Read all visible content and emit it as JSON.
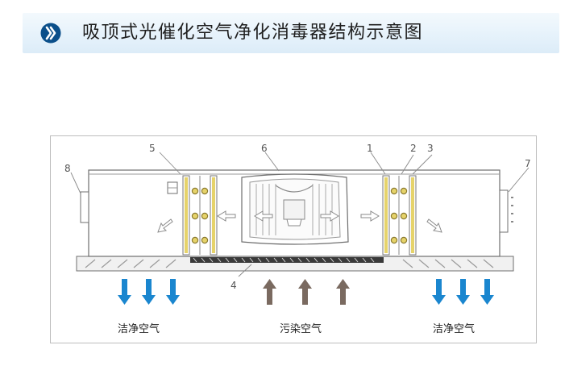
{
  "banner": {
    "title": "吸顶式光催化空气净化消毒器结构示意图",
    "icon": "chevron-right-circle-icon",
    "accent": "#0b4f8a"
  },
  "diagram": {
    "part_labels": [
      "1",
      "2",
      "3",
      "4",
      "5",
      "6",
      "7",
      "8"
    ],
    "airflow": {
      "left": "洁净空气",
      "center": "污染空气",
      "right": "洁净空气"
    },
    "colors": {
      "clean_arrow": "#1a86cf",
      "polluted_arrow": "#7a6a60",
      "filter": "#e6d36a",
      "outline": "#6f6f6f"
    }
  }
}
